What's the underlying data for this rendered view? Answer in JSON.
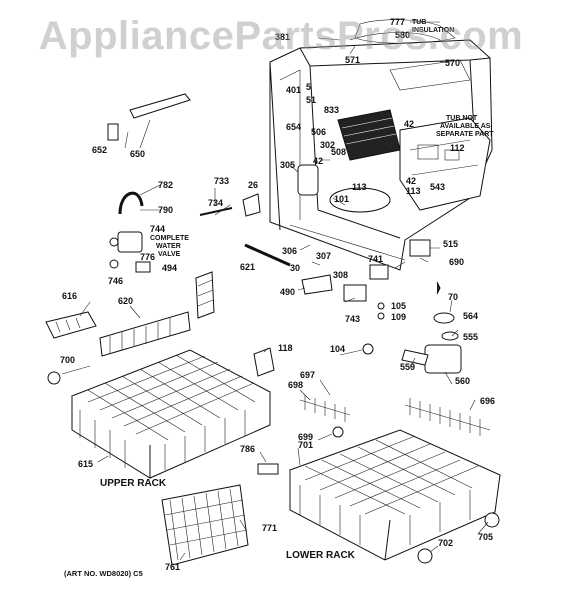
{
  "watermark": "AppliancePartsPros.com",
  "rack_labels": {
    "upper": "UPPER RACK",
    "lower": "LOWER RACK"
  },
  "notes": {
    "tub_insulation": [
      "TUB",
      "INSULATION"
    ],
    "tub_not_available": [
      "TUB NOT",
      "AVAILABLE AS",
      "SEPARATE PART"
    ],
    "complete_water_valve": [
      "COMPLETE",
      "WATER",
      "VALVE"
    ]
  },
  "art_number": "(ART NO. WD8020) C5",
  "part_numbers": [
    "777",
    "580",
    "381",
    "571",
    "570",
    "401",
    "5",
    "51",
    "833",
    "654",
    "302",
    "506",
    "508",
    "42",
    "112",
    "652",
    "650",
    "305",
    "42",
    "113",
    "42",
    "113",
    "543",
    "782",
    "733",
    "26",
    "790",
    "734",
    "101",
    "744",
    "306",
    "515",
    "776",
    "746",
    "494",
    "621",
    "30",
    "307",
    "690",
    "741",
    "616",
    "620",
    "490",
    "308",
    "70",
    "105",
    "743",
    "109",
    "564",
    "555",
    "118",
    "104",
    "700",
    "697",
    "698",
    "559",
    "560",
    "696",
    "699",
    "615",
    "786",
    "701",
    "771",
    "702",
    "705",
    "761"
  ]
}
